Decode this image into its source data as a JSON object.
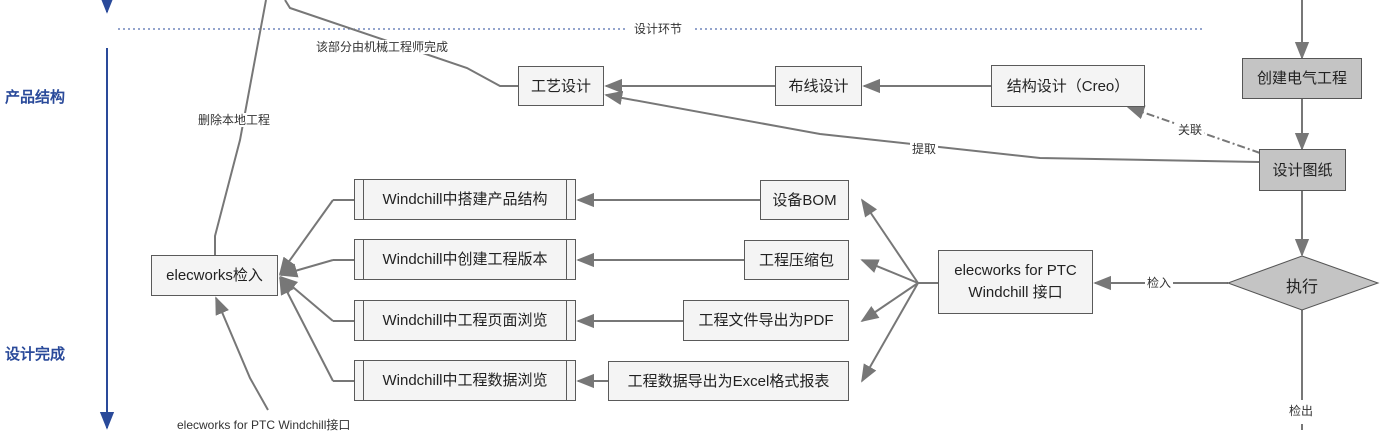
{
  "side_labels": {
    "product_structure": "产品结构",
    "design_complete": "设计完成"
  },
  "phase_label": "设计环节",
  "boxes": {
    "process_design": "工艺设计",
    "wiring_design": "布线设计",
    "structure_design": "结构设计（Creo）",
    "create_project": "创建电气工程",
    "design_drawing": "设计图纸",
    "execute": "执行",
    "interface": "elecworks for PTC\nWindchill 接口",
    "checkin": "elecworks检入",
    "wc_product_structure": "Windchill中搭建产品结构",
    "wc_project_version": "Windchill中创建工程版本",
    "wc_page_browse": "Windchill中工程页面浏览",
    "wc_data_browse": "Windchill中工程数据浏览",
    "device_bom": "设备BOM",
    "project_zip": "工程压缩包",
    "export_pdf": "工程文件导出为PDF",
    "export_excel": "工程数据导出为Excel格式报表"
  },
  "edge_labels": {
    "mech_engineer": "该部分由机械工程师完成",
    "delete_local": "删除本地工程",
    "extract": "提取",
    "associate": "关联",
    "checkin_edge": "检入",
    "checkout_edge": "检出",
    "interface_bottom": "elecworks for PTC Windchill接口"
  },
  "colors": {
    "line": "#777777",
    "side_label": "#2a4a9a",
    "arrow_blue": "#2a4a9a",
    "dark_box": "#c4c4c4",
    "light_box": "#f4f4f4"
  }
}
